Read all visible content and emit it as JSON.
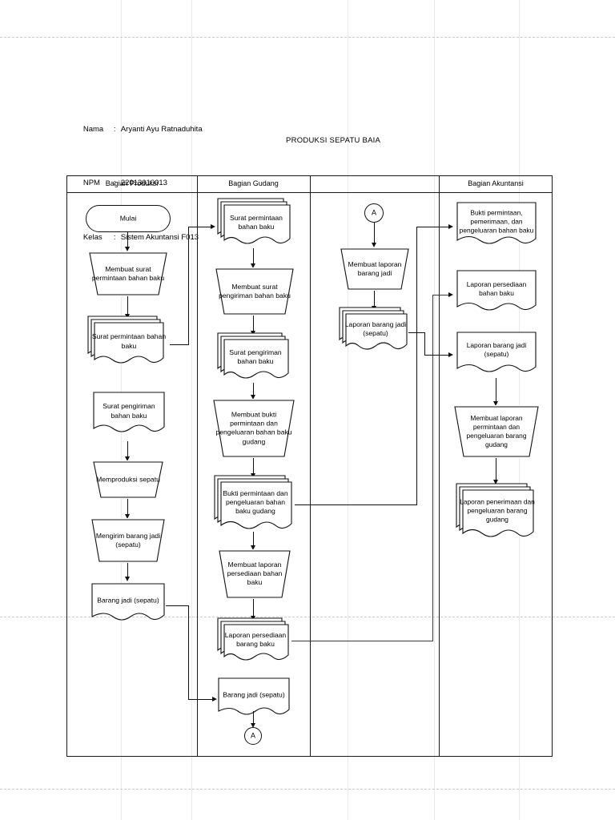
{
  "page": {
    "identity": [
      {
        "label": "Nama",
        "sep": ":",
        "value": "Aryanti Ayu Ratnaduhita"
      },
      {
        "label": "NPM",
        "sep": ":",
        "value": "22013010013"
      },
      {
        "label": "Kelas",
        "sep": ":",
        "value": "Sistem Akuntansi F013"
      }
    ],
    "title": "PRODUKSI SEPATU BAIA"
  },
  "chart_data": {
    "type": "diagram",
    "title": "PRODUKSI SEPATU BAIA",
    "lanes": [
      {
        "id": "lane-produksi",
        "label": "Bagian Produksi"
      },
      {
        "id": "lane-gudang",
        "label": "Bagian Gudang"
      },
      {
        "id": "lane-blank",
        "label": ""
      },
      {
        "id": "lane-akuntansi",
        "label": "Bagian Akuntansi"
      }
    ],
    "nodes": [
      {
        "id": "n1",
        "lane": "lane-produksi",
        "shape": "terminator",
        "text": "Mulai"
      },
      {
        "id": "n2",
        "lane": "lane-produksi",
        "shape": "manual-op",
        "text": "Membuat surat permintaan bahan baku"
      },
      {
        "id": "n3",
        "lane": "lane-produksi",
        "shape": "multi-document",
        "text": "Surat permintaan bahan baku"
      },
      {
        "id": "n4",
        "lane": "lane-produksi",
        "shape": "document",
        "text": "Surat pengiriman bahan baku"
      },
      {
        "id": "n5",
        "lane": "lane-produksi",
        "shape": "manual-op",
        "text": "Memproduksi sepatu"
      },
      {
        "id": "n6",
        "lane": "lane-produksi",
        "shape": "manual-op",
        "text": "Mengirim barang jadi (sepatu)"
      },
      {
        "id": "n7",
        "lane": "lane-produksi",
        "shape": "document",
        "text": "Barang jadi (sepatu)"
      },
      {
        "id": "n8",
        "lane": "lane-gudang",
        "shape": "multi-document",
        "text": "Surat permintaan bahan baku"
      },
      {
        "id": "n9",
        "lane": "lane-gudang",
        "shape": "manual-op",
        "text": "Membuat surat pengiriman bahan baku"
      },
      {
        "id": "n10",
        "lane": "lane-gudang",
        "shape": "multi-document",
        "text": "Surat pengiriman bahan baku"
      },
      {
        "id": "n11",
        "lane": "lane-gudang",
        "shape": "manual-op",
        "text": "Membuat bukti permintaan dan pengeluaran bahan baku gudang"
      },
      {
        "id": "n12",
        "lane": "lane-gudang",
        "shape": "multi-document",
        "text": "Bukti permintaan dan pengeluaran bahan baku gudang"
      },
      {
        "id": "n13",
        "lane": "lane-gudang",
        "shape": "manual-op",
        "text": "Membuat laporan persediaan bahan baku"
      },
      {
        "id": "n14",
        "lane": "lane-gudang",
        "shape": "multi-document",
        "text": "Laporan persediaan barang baku"
      },
      {
        "id": "n15",
        "lane": "lane-gudang",
        "shape": "document",
        "text": "Barang jadi (sepatu)"
      },
      {
        "id": "n16",
        "lane": "lane-gudang",
        "shape": "connector",
        "text": "A"
      },
      {
        "id": "n17",
        "lane": "lane-blank",
        "shape": "connector",
        "text": "A"
      },
      {
        "id": "n18",
        "lane": "lane-blank",
        "shape": "manual-op",
        "text": "Membuat laporan barang jadi"
      },
      {
        "id": "n19",
        "lane": "lane-blank",
        "shape": "multi-document",
        "text": "Laporan barang jadi (sepatu)"
      },
      {
        "id": "n20",
        "lane": "lane-akuntansi",
        "shape": "document",
        "text": "Bukti permintaan, pemerimaan, dan pengeluaran bahan baku"
      },
      {
        "id": "n21",
        "lane": "lane-akuntansi",
        "shape": "document",
        "text": "Laporan persediaan bahan baku"
      },
      {
        "id": "n22",
        "lane": "lane-akuntansi",
        "shape": "document",
        "text": "Laporan barang jadi (sepatu)"
      },
      {
        "id": "n23",
        "lane": "lane-akuntansi",
        "shape": "manual-op",
        "text": "Membuat laporan permintaan dan pengeluaran barang gudang"
      },
      {
        "id": "n24",
        "lane": "lane-akuntansi",
        "shape": "multi-document",
        "text": "Laporan penerimaan dan pengeluaran barang gudang"
      }
    ],
    "edges": [
      {
        "from": "n1",
        "to": "n2",
        "kind": "vertical"
      },
      {
        "from": "n2",
        "to": "n3",
        "kind": "vertical"
      },
      {
        "from": "n3",
        "to": "n8",
        "kind": "routed"
      },
      {
        "from": "n4",
        "to": "n5",
        "kind": "vertical"
      },
      {
        "from": "n5",
        "to": "n6",
        "kind": "vertical"
      },
      {
        "from": "n6",
        "to": "n7",
        "kind": "vertical"
      },
      {
        "from": "n7",
        "to": "n15",
        "kind": "routed"
      },
      {
        "from": "n8",
        "to": "n9",
        "kind": "vertical"
      },
      {
        "from": "n9",
        "to": "n10",
        "kind": "vertical"
      },
      {
        "from": "n10",
        "to": "n11",
        "kind": "vertical"
      },
      {
        "from": "n11",
        "to": "n12",
        "kind": "vertical"
      },
      {
        "from": "n12",
        "to": "n13",
        "kind": "vertical"
      },
      {
        "from": "n12",
        "to": "n20",
        "kind": "routed"
      },
      {
        "from": "n13",
        "to": "n14",
        "kind": "vertical"
      },
      {
        "from": "n14",
        "to": "n21",
        "kind": "routed"
      },
      {
        "from": "n15",
        "to": "n16",
        "kind": "vertical"
      },
      {
        "from": "n17",
        "to": "n18",
        "kind": "vertical"
      },
      {
        "from": "n18",
        "to": "n19",
        "kind": "vertical"
      },
      {
        "from": "n19",
        "to": "n22",
        "kind": "routed"
      },
      {
        "from": "n22",
        "to": "n23",
        "kind": "vertical"
      },
      {
        "from": "n23",
        "to": "n24",
        "kind": "vertical"
      }
    ]
  }
}
